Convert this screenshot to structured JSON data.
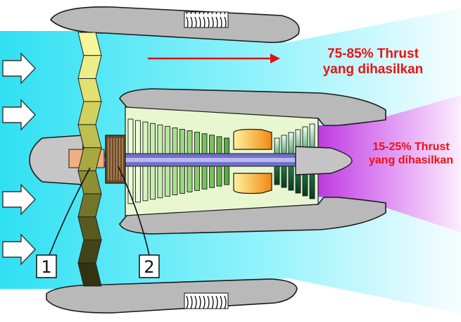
{
  "annotations": {
    "bypass_line1": "75-85% Thrust",
    "bypass_line2": "yang dihasilkan",
    "core_line1": "15-25% Thrust",
    "core_line2": "yang dihasilkan"
  },
  "callouts": [
    {
      "id": "1"
    },
    {
      "id": "2"
    }
  ],
  "colors": {
    "bypass_air": "#33e0f0",
    "core_exhaust": "#c040e0",
    "arrow_red": "#e01010",
    "text_red": "#ee1111",
    "nacelle_grey": "#b8b8b8",
    "outline": "#1a1a1a"
  },
  "icons": {
    "intake_arrows": "arrow-right-icon"
  }
}
